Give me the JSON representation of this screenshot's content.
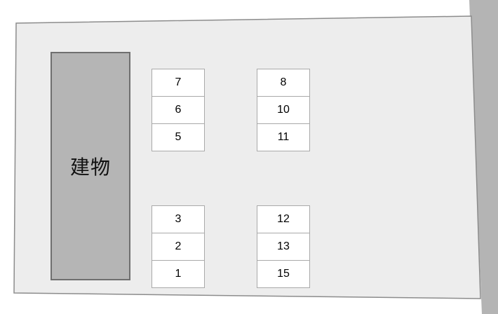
{
  "plan": {
    "building_label": "建物",
    "colors": {
      "background": "#ffffff",
      "lot_fill": "#ededed",
      "lot_border": "#8c8c8c",
      "road_strip": "#b4b4b4",
      "building_fill": "#b5b5b5",
      "building_border": "#6f6f6f",
      "space_fill": "#ffffff",
      "space_border": "#a9a9a9",
      "text": "#000000"
    },
    "groups": [
      {
        "name": "upper-left",
        "spaces": [
          "7",
          "6",
          "5"
        ]
      },
      {
        "name": "upper-right",
        "spaces": [
          "8",
          "10",
          "11"
        ]
      },
      {
        "name": "lower-left",
        "spaces": [
          "3",
          "2",
          "1"
        ]
      },
      {
        "name": "lower-right",
        "spaces": [
          "12",
          "13",
          "15"
        ]
      }
    ]
  }
}
